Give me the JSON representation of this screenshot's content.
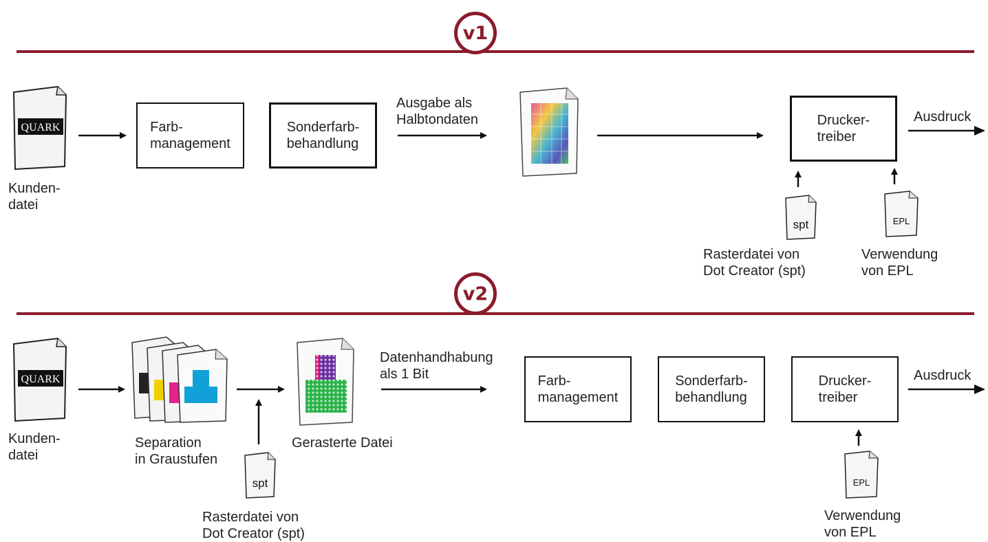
{
  "colors": {
    "accent": "#8b1b2b",
    "line": "#111111"
  },
  "v1": {
    "badge": "v1",
    "kundendatei_label": "Kunden-\ndatei",
    "quark_logo": "QUARK",
    "farbmanagement": "Farb-\nmanagement",
    "sonderfarbbehandlung": "Sonderfarb-\nbehandlung",
    "ausgabe_label": "Ausgabe als\nHalbtondaten",
    "druckertreiber": "Drucker-\ntreiber",
    "ausdruck_label": "Ausdruck",
    "spt_file": "spt",
    "spt_caption": "Rasterdatei von\nDot Creator (spt)",
    "epl_file": "EPL",
    "epl_caption": "Verwendung\nvon EPL"
  },
  "v2": {
    "badge": "v2",
    "kundendatei_label": "Kunden-\ndatei",
    "quark_logo": "QUARK",
    "separation_label": "Separation\nin Graustufen",
    "spt_file": "spt",
    "spt_caption": "Rasterdatei von\nDot Creator (spt)",
    "gerastert_label": "Gerasterte Datei",
    "datenhandhabung_label": "Datenhandhabung\nals 1 Bit",
    "farbmanagement": "Farb-\nmanagement",
    "sonderfarbbehandlung": "Sonderfarb-\nbehandlung",
    "druckertreiber": "Drucker-\ntreiber",
    "ausdruck_label": "Ausdruck",
    "epl_file": "EPL",
    "epl_caption": "Verwendung\nvon EPL"
  }
}
